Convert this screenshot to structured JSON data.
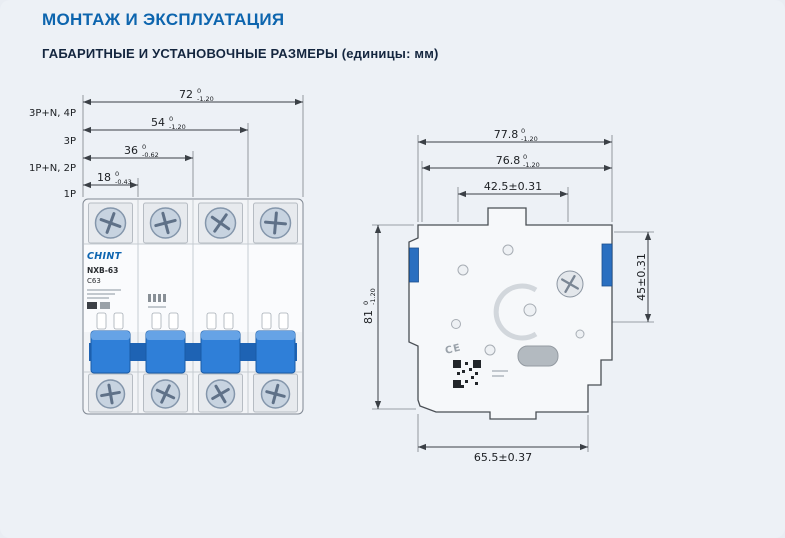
{
  "page": {
    "title": "МОНТАЖ И ЭКСПЛУАТАЦИЯ",
    "subtitle": "ГАБАРИТНЫЕ И УСТАНОВОЧНЫЕ РАЗМЕРЫ (единицы: мм)"
  },
  "colors": {
    "title_blue": "#0d65ae",
    "subtitle_navy": "#14263f",
    "handle_blue": "#2f7fd8",
    "dimension_line": "#3b4046"
  },
  "front_view": {
    "dims": [
      {
        "value": "72",
        "tol_upper": "0",
        "tol_lower": "-1.20",
        "pole_label": "3P+N, 4P"
      },
      {
        "value": "54",
        "tol_upper": "0",
        "tol_lower": "-1.20",
        "pole_label": "3P"
      },
      {
        "value": "36",
        "tol_upper": "0",
        "tol_lower": "-0.62",
        "pole_label": "1P+N, 2P"
      },
      {
        "value": "18",
        "tol_upper": "0",
        "tol_lower": "-0.43",
        "pole_label": "1P"
      }
    ],
    "device": {
      "brand": "CHINT",
      "model": "NXB-63",
      "rating": "C63"
    }
  },
  "side_view": {
    "dims": {
      "depth_total": {
        "value": "77.8",
        "tol_upper": "0",
        "tol_lower": "-1.20"
      },
      "depth_body": {
        "value": "76.8",
        "tol_upper": "0",
        "tol_lower": "-1.20"
      },
      "width_top": {
        "value": "42.5±0.31"
      },
      "height": {
        "value": "81",
        "tol_upper": "0",
        "tol_lower": "-1.20"
      },
      "height_rail": {
        "value": "45±0.31"
      },
      "depth_bottom": {
        "value": "65.5±0.37"
      }
    },
    "ce_mark": "CE"
  }
}
